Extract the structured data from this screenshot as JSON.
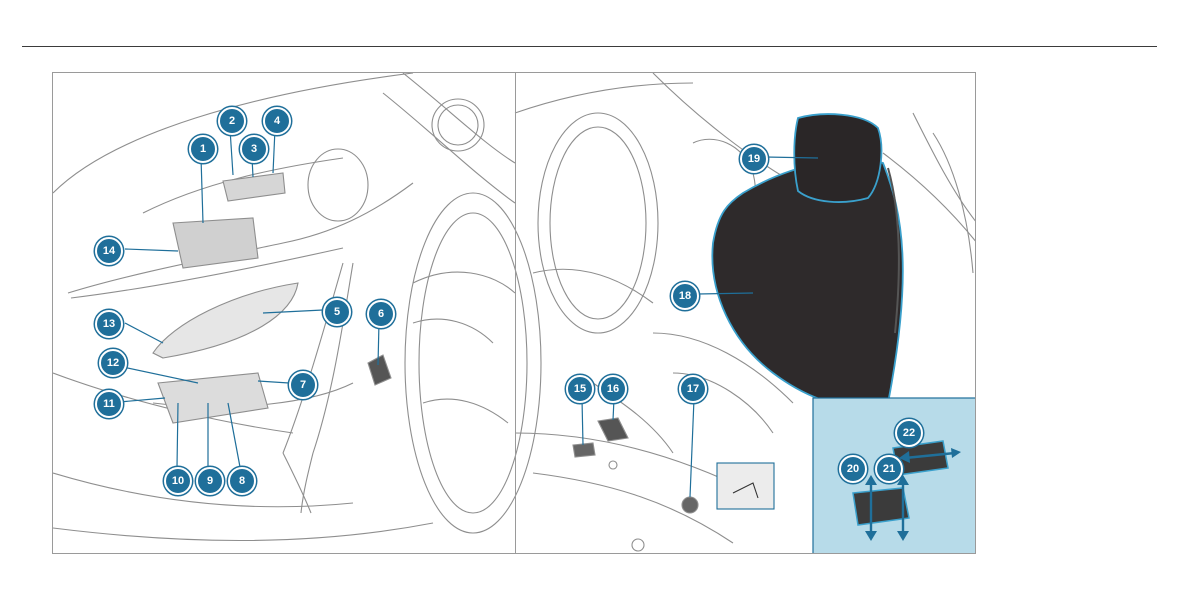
{
  "accent_color": "#1f6f9a",
  "highlight_color": "#3aa0cc",
  "inset_background": "#b7dbe9",
  "callouts": [
    {
      "n": "1"
    },
    {
      "n": "2"
    },
    {
      "n": "3"
    },
    {
      "n": "4"
    },
    {
      "n": "5"
    },
    {
      "n": "6"
    },
    {
      "n": "7"
    },
    {
      "n": "8"
    },
    {
      "n": "9"
    },
    {
      "n": "10"
    },
    {
      "n": "11"
    },
    {
      "n": "12"
    },
    {
      "n": "13"
    },
    {
      "n": "14"
    },
    {
      "n": "15"
    },
    {
      "n": "16"
    },
    {
      "n": "17"
    },
    {
      "n": "18"
    },
    {
      "n": "19"
    },
    {
      "n": "20"
    },
    {
      "n": "21"
    },
    {
      "n": "22"
    }
  ]
}
